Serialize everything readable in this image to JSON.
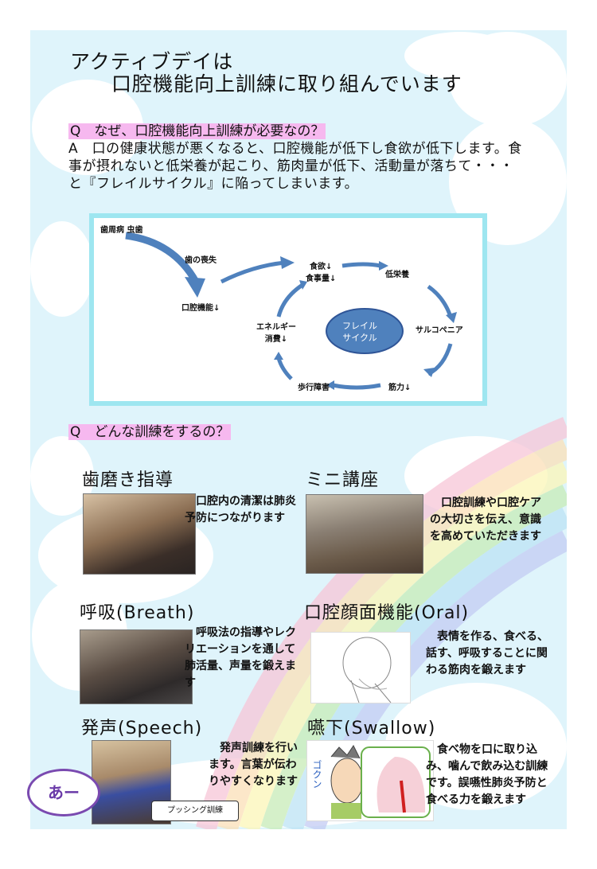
{
  "title": {
    "line1": "アクティブデイは",
    "line2": "口腔機能向上訓練に取り組んでいます"
  },
  "qa1": {
    "question": "Q　なぜ、口腔機能向上訓練が必要なの？",
    "answer": "A　口の健康状態が悪くなると、口腔機能が低下し食欲が低下します。食事が摂れないと低栄養が起こり、筋肉量が低下、活動量が落ちて・・・と『フレイルサイクル』に陥ってしまいます。"
  },
  "diagram": {
    "cause": "歯周病 虫歯",
    "tooth_loss": "歯の喪失",
    "oral_function": "口腔機能↓",
    "appetite1": "食欲↓",
    "appetite2": "食事量↓",
    "malnutrition": "低栄養",
    "sarcopenia": "サルコペニア",
    "strength": "筋力↓",
    "walking": "歩行障害",
    "energy1": "エネルギー",
    "energy2": "消費↓",
    "center1": "フレイル",
    "center2": "サイクル"
  },
  "qa2": {
    "question": "Q　どんな訓練をするの？"
  },
  "trainings": [
    {
      "title": "歯磨き指導",
      "text": "　口腔内の清潔は肺炎予防につながります"
    },
    {
      "title": "ミニ講座",
      "text": "　口腔訓練や口腔ケアの大切さを伝え、意識を高めていただきます"
    },
    {
      "title": "呼吸(Breath)",
      "text": "　呼吸法の指導やレクリエーションを通して肺活量、声量を鍛えます"
    },
    {
      "title": "口腔顔面機能(Oral)",
      "text": "　表情を作る、食べる、話す、呼吸することに関わる筋肉を鍛えます"
    },
    {
      "title": "発声(Speech)",
      "text": "　発声訓練を行います。言葉が伝わりやすくなります"
    },
    {
      "title": "嚥下(Swallow)",
      "text": "　食べ物を口に取り込み、噛んで飲み込む訓練です。誤嚥性肺炎予防と食べる力を鍛えます"
    }
  ],
  "speech_bubble": "あー",
  "callout": "プッシング訓練",
  "swallow_sound": "ゴクン",
  "colors": {
    "panel": "#dff4fb",
    "highlight": "#f6b8ef",
    "arrow": "#4f81bd",
    "diagram_border": "#9ee6f0"
  }
}
